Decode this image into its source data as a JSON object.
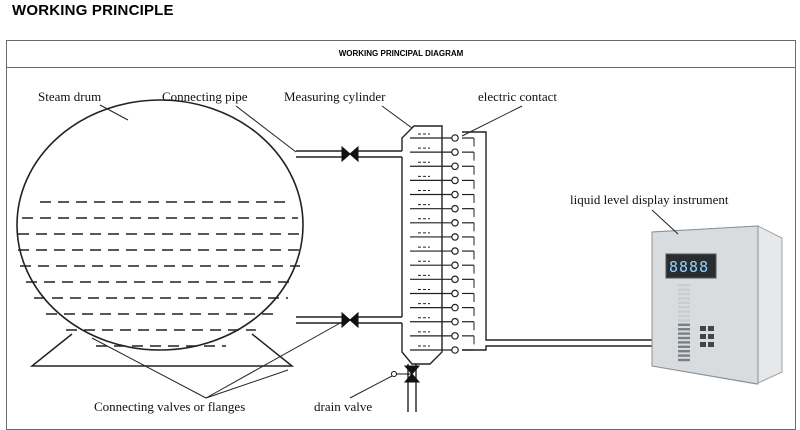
{
  "page": {
    "heading": "WORKING PRINCIPLE"
  },
  "diagram": {
    "title": "WORKING PRINCIPAL DIAGRAM",
    "labels": {
      "steam_drum": "Steam drum",
      "connecting_pipe": "Connecting pipe",
      "measuring_cylinder": "Measuring cylinder",
      "electric_contact": "electric contact",
      "display_instrument": "liquid level display instrument",
      "connecting_valves": "Connecting valves or flanges",
      "drain_valve": "drain valve"
    },
    "electrode_count": 16
  },
  "colors": {
    "line": "#222222",
    "frame": "#6b6b6b",
    "display_bg": "#d9dcdf",
    "display_screen": "#2a2d30"
  }
}
